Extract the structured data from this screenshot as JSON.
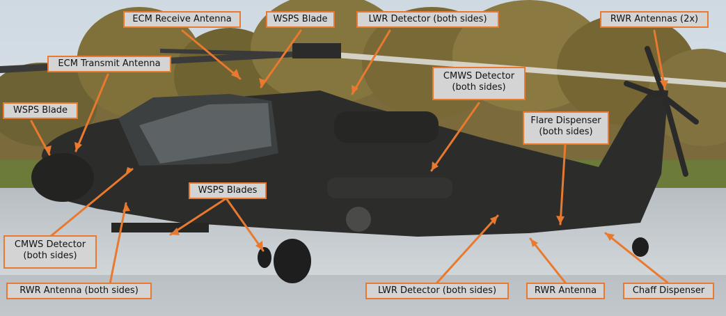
{
  "image": {
    "description_type": "Annotated helicopter diagram",
    "accent_color": "#e8792e",
    "label_background": "#d4d4d4"
  },
  "callouts": {
    "ecm_receive": "ECM Receive Antenna",
    "wsps_blade_top": "WSPS Blade",
    "lwr_detector_top": "LWR Detector (both sides)",
    "rwr_antennas_tail": "RWR Antennas (2x)",
    "ecm_transmit": "ECM Transmit Antenna",
    "cmws_detector_mid_line1": "CMWS Detector",
    "cmws_detector_mid_line2": "(both sides)",
    "wsps_blade_nose": "WSPS Blade",
    "flare_dispenser_line1": "Flare Dispenser",
    "flare_dispenser_line2": "(both sides)",
    "wsps_blades_lower": "WSPS Blades",
    "cmws_detector_nose_line1": "CMWS Detector",
    "cmws_detector_nose_line2": "(both sides)",
    "rwr_antenna_both": "RWR Antenna (both sides)",
    "lwr_detector_bottom": "LWR Detector (both sides)",
    "rwr_antenna_bottom": "RWR Antenna",
    "chaff_dispenser": "Chaff Dispenser"
  }
}
